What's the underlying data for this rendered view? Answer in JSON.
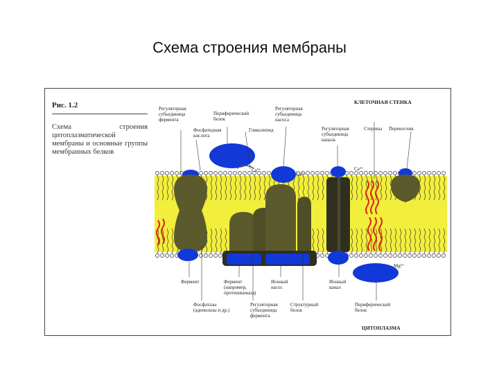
{
  "slide": {
    "title": "Схема строения мембраны"
  },
  "figure": {
    "number": "Рис. 1.2",
    "caption": "Схема строения цитоплазматической мембраны и основные группы мембранных белков"
  },
  "labels": {
    "top": {
      "regulatory_enzyme": [
        "Регуляторная",
        "субъединица",
        "фермента"
      ],
      "peripheral_protein": [
        "Периферический",
        "белок"
      ],
      "regulatory_pump": [
        "Регуляторная",
        "субъединица",
        "насоса"
      ],
      "cell_wall": "КЛЕТОЧНАЯ СТЕНКА",
      "phosphatidic_acid": [
        "Фосфатидная",
        "кислота"
      ],
      "glycolipid": "Гликолипид",
      "regulatory_channel": [
        "Регуляторная",
        "субъединица",
        "канала"
      ],
      "sterols": "Стерины",
      "carrier": "Переносчик"
    },
    "bottom": {
      "enzyme": "Фермент",
      "enzyme_example": [
        "Фермент",
        "(например,",
        "протеинкиназа)"
      ],
      "ion_pump": [
        "Ионный",
        "насос"
      ],
      "ion_channel": [
        "Ионный",
        "канал"
      ],
      "peripheral_protein": [
        "Периферический",
        "белок"
      ],
      "phosphatases": [
        "Фосфатазы",
        "(аденилазы и др.)"
      ],
      "regulatory_enzyme": [
        "Регуляторная",
        "субъединица",
        "фермента"
      ],
      "structural_protein": [
        "Структурный",
        "белок"
      ],
      "cytoplasm": "ЦИТОПЛАЗМА"
    },
    "ions": {
      "ca": "Ca²⁺",
      "mg": "Mg²⁺"
    }
  },
  "colors": {
    "membrane": "#f2ee3c",
    "protein_olive": "#5b5a2c",
    "protein_dark": "#2f2f1e",
    "protein_blue": "#1238d8",
    "sterol_red": "#e0231b"
  }
}
